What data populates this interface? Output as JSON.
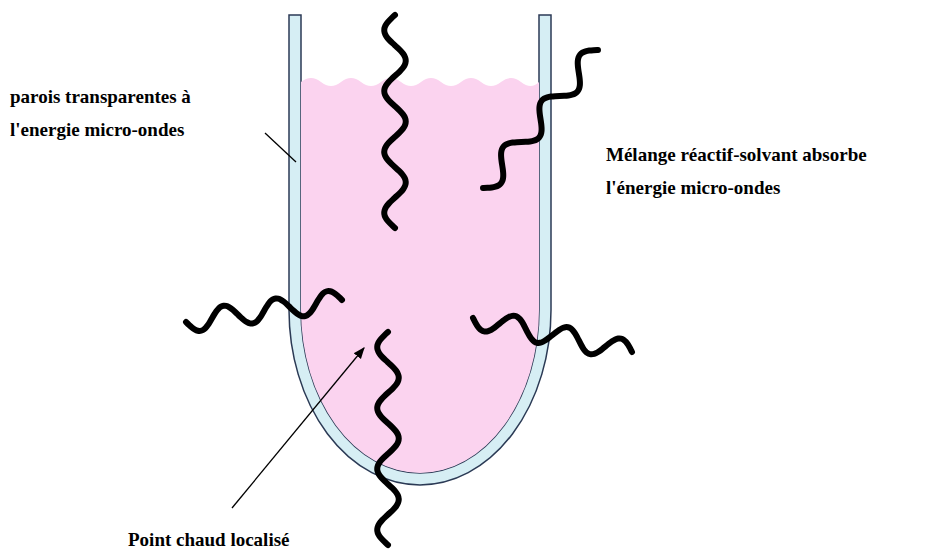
{
  "diagram": {
    "labels": [
      "parois transparentes à l'energie micro-ondes",
      "Mélange réactif-solvant absorbe l'énergie micro-ondes",
      "Point chaud localisé"
    ]
  }
}
